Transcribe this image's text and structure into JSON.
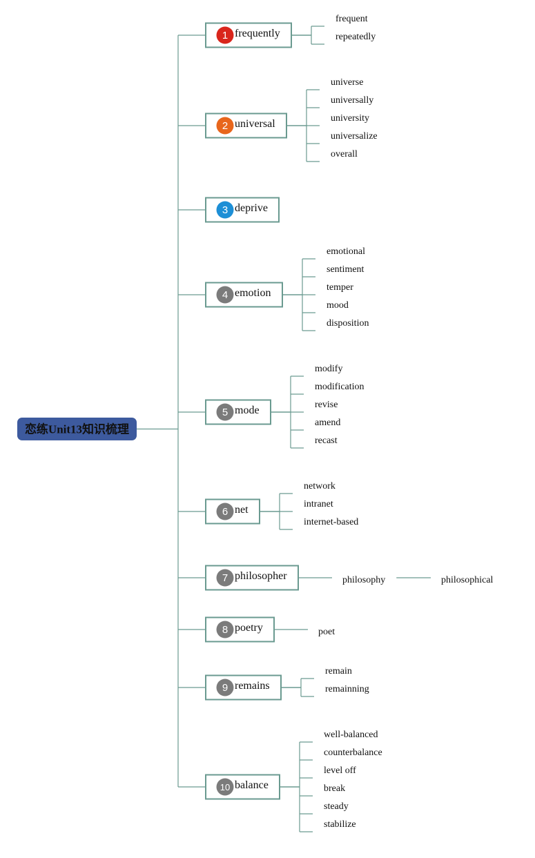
{
  "root": {
    "label": "恋练Unit13知识梳理",
    "color": "#3d5a9e"
  },
  "line_color": "#6a9a90",
  "topics": [
    {
      "num": "1",
      "label": "frequently",
      "badge": "#d9261c",
      "children": [
        "frequent",
        "repeatedly"
      ]
    },
    {
      "num": "2",
      "label": "universal",
      "badge": "#e8661c",
      "children": [
        "universe",
        "universally",
        "university",
        "universalize",
        "overall"
      ]
    },
    {
      "num": "3",
      "label": "deprive",
      "badge": "#1d8fd6",
      "children": []
    },
    {
      "num": "4",
      "label": "emotion",
      "badge": "#7b7b7b",
      "children": [
        "emotional",
        "sentiment",
        "temper",
        "mood",
        "disposition"
      ]
    },
    {
      "num": "5",
      "label": "mode",
      "badge": "#7b7b7b",
      "children": [
        "modify",
        "modification",
        "revise",
        "amend",
        "recast"
      ]
    },
    {
      "num": "6",
      "label": "net",
      "badge": "#7b7b7b",
      "children": [
        "network",
        "intranet",
        "internet-based"
      ]
    },
    {
      "num": "7",
      "label": "philosopher",
      "badge": "#7b7b7b",
      "chain": [
        "philosophy",
        "philosophical"
      ]
    },
    {
      "num": "8",
      "label": "poetry",
      "badge": "#7b7b7b",
      "chain": [
        "poet"
      ]
    },
    {
      "num": "9",
      "label": "remains",
      "badge": "#7b7b7b",
      "children": [
        "remain",
        "remainning"
      ]
    },
    {
      "num": "10",
      "label": "balance",
      "badge": "#7b7b7b",
      "children": [
        "well-balanced",
        "counterbalance",
        "level off",
        "break",
        "steady",
        "stabilize"
      ]
    }
  ]
}
